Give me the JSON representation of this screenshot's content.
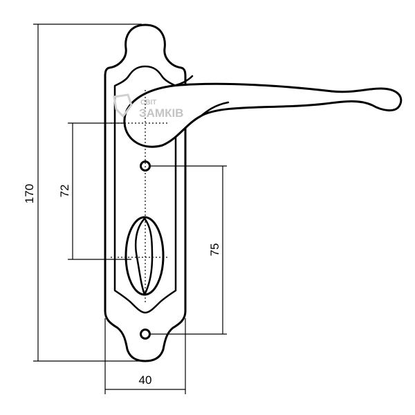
{
  "dimensions": {
    "overall_height": "170",
    "handle_to_turn": "72",
    "hole_spacing": "75",
    "plate_width": "40"
  },
  "watermark": {
    "line1": "СВІТ",
    "line2": "ЗАМКІВ"
  },
  "colors": {
    "line": "#000000",
    "watermark": "#d8d8d8"
  }
}
